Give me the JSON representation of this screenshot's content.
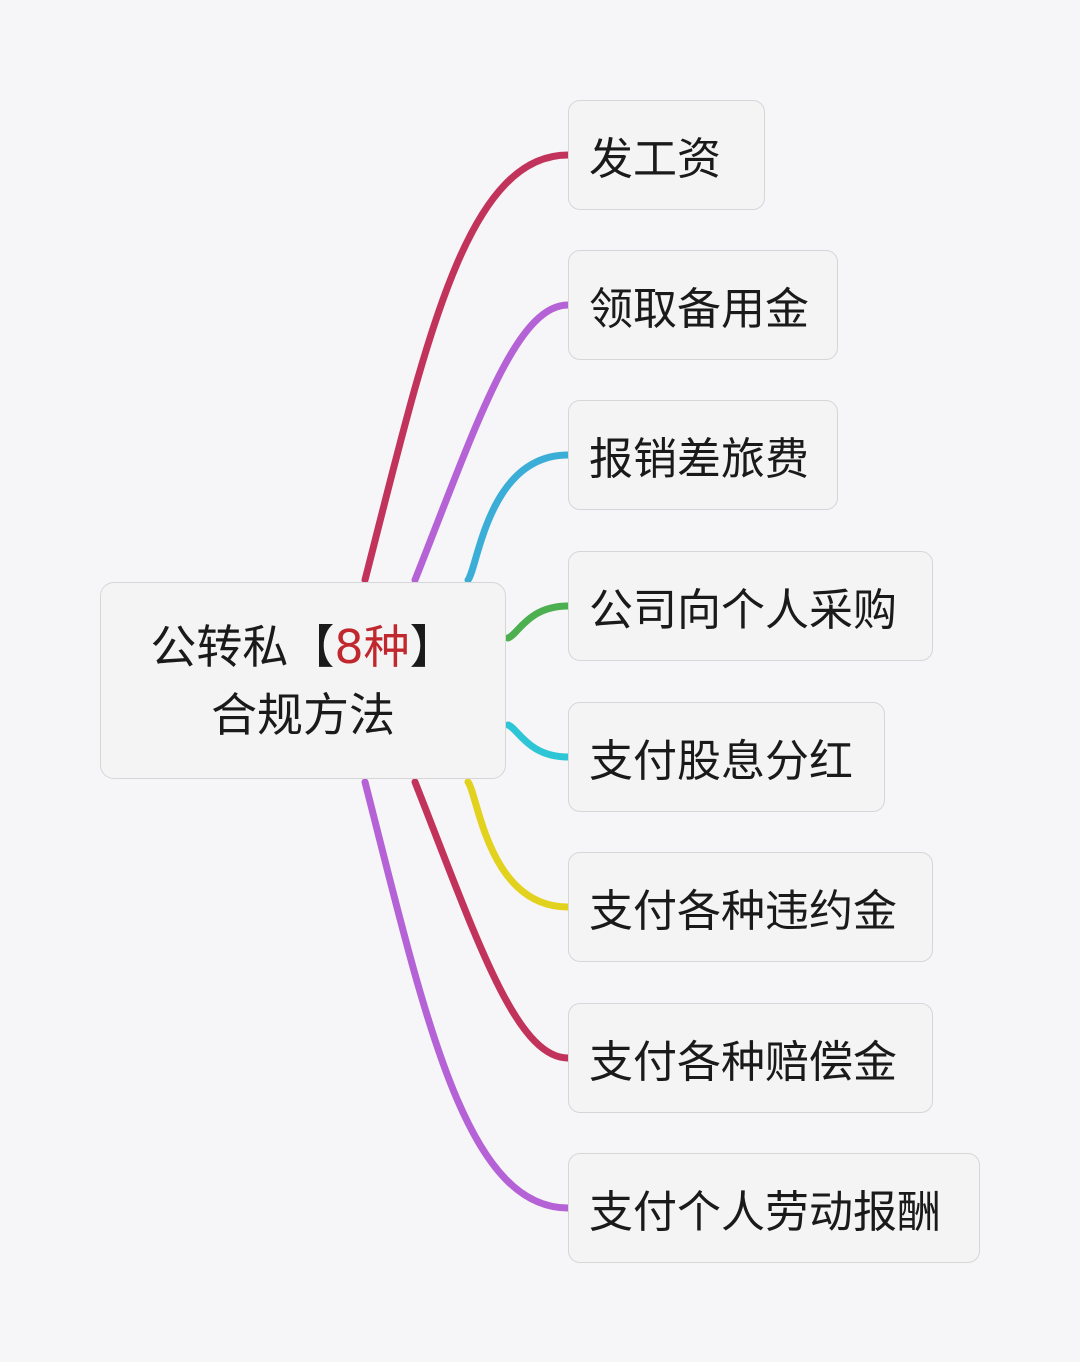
{
  "central": {
    "line1_prefix": "公转私【",
    "line1_highlight": "8种",
    "line1_suffix": "】",
    "line2": "合规方法"
  },
  "branches": [
    {
      "label": "发工资",
      "color": "#c2335c"
    },
    {
      "label": "领取备用金",
      "color": "#b462d6"
    },
    {
      "label": "报销差旅费",
      "color": "#3aaed6"
    },
    {
      "label": "公司向个人采购",
      "color": "#4caf50"
    },
    {
      "label": "支付股息分红",
      "color": "#2ec6d6"
    },
    {
      "label": "支付各种违约金",
      "color": "#e2d21e"
    },
    {
      "label": "支付各种赔偿金",
      "color": "#c2335c"
    },
    {
      "label": "支付个人劳动报酬",
      "color": "#b462d6"
    }
  ]
}
